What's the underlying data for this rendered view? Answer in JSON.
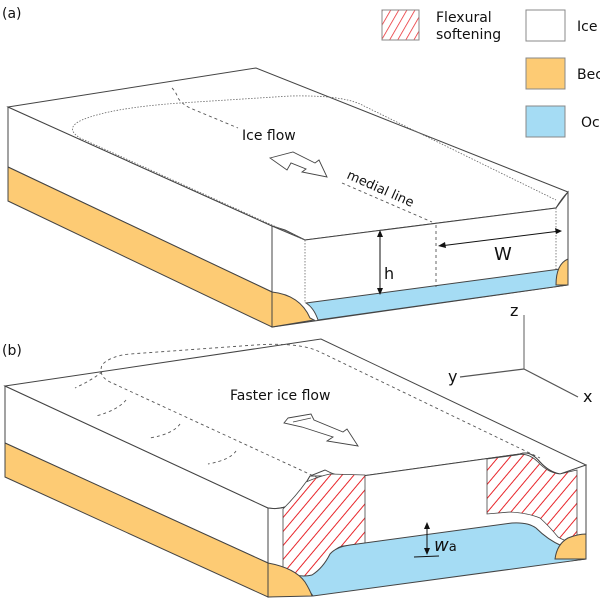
{
  "panels": {
    "a": {
      "label": "(a)",
      "flow_label": "Ice flow",
      "medial_label": "medial line",
      "thickness_label": "h",
      "width_label": "W"
    },
    "b": {
      "label": "(b)",
      "flow_label": "Faster ice flow",
      "wa_main": "w",
      "wa_sub": "a"
    }
  },
  "legend": {
    "items": [
      {
        "label_line1": "Flexural",
        "label_line2": "softening",
        "pattern": "red-hatch"
      },
      {
        "label": "Ice",
        "color": "#ffffff"
      },
      {
        "label": "Bec",
        "color": "#fdcb74"
      },
      {
        "label": "Oc",
        "color": "#a5dcf4"
      }
    ]
  },
  "axes": {
    "z": "z",
    "y": "y",
    "x": "x"
  },
  "colors": {
    "ice": "#ffffff",
    "bedrock": "#fdcb74",
    "ocean": "#a5dcf4",
    "hatch": "#e8262b",
    "outline": "#444444"
  }
}
